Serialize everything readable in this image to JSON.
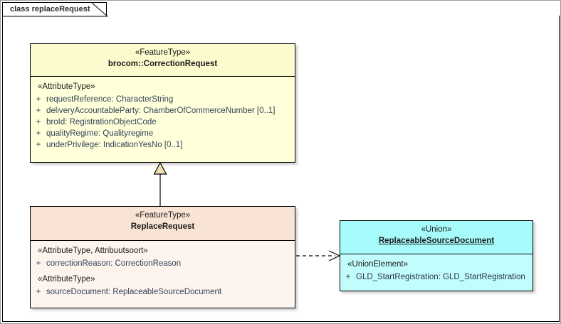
{
  "diagram": {
    "frame_label": "class replaceRequest",
    "background": "#ffffff",
    "border_color": "#000000"
  },
  "classes": [
    {
      "id": "correction-request",
      "stereotype": "«FeatureType»",
      "name": "brocom::CorrectionRequest",
      "header_color": "#fbfbcd",
      "body_color": "#ffffd9",
      "groups": [
        {
          "stereotype": "«AttributeType»",
          "attributes": [
            {
              "visibility": "+",
              "text": "requestReference: CharacterString"
            },
            {
              "visibility": "+",
              "text": "deliveryAccountableParty: ChamberOfCommerceNumber [0..1]"
            },
            {
              "visibility": "+",
              "text": "broId: RegistrationObjectCode"
            },
            {
              "visibility": "+",
              "text": "qualityRegime: Qualityregime"
            },
            {
              "visibility": "+",
              "text": "underPrivilege: IndicationYesNo [0..1]"
            }
          ]
        }
      ]
    },
    {
      "id": "replace-request",
      "stereotype": "«FeatureType»",
      "name": "ReplaceRequest",
      "header_color": "#f9e3d5",
      "body_color": "#fdf4ee",
      "groups": [
        {
          "stereotype": "«AttributeType, Attribuutsoort»",
          "attributes": [
            {
              "visibility": "+",
              "text": "correctionReason: CorrectionReason"
            }
          ]
        },
        {
          "stereotype": "«AttributeType»",
          "attributes": [
            {
              "visibility": "+",
              "text": "sourceDocument: ReplaceableSourceDocument"
            }
          ]
        }
      ]
    },
    {
      "id": "replaceable-source-document",
      "stereotype": "«Union»",
      "name": "ReplaceableSourceDocument",
      "name_underlined": true,
      "header_color": "#a6fbfb",
      "body_color": "#c2fdfd",
      "groups": [
        {
          "stereotype": "«UnionElement»",
          "attributes": [
            {
              "visibility": "+",
              "text": "GLD_StartRegistration: GLD_StartRegistration"
            }
          ]
        }
      ]
    }
  ],
  "connectors": [
    {
      "id": "generalization",
      "type": "generalization",
      "from": "replace-request",
      "to": "correction-request",
      "line_style": "solid",
      "arrow": "hollow-triangle",
      "arrow_fill": "#f4ddb4"
    },
    {
      "id": "dependency",
      "type": "dependency",
      "from": "replace-request",
      "to": "replaceable-source-document",
      "line_style": "dashed",
      "arrow": "open"
    }
  ]
}
